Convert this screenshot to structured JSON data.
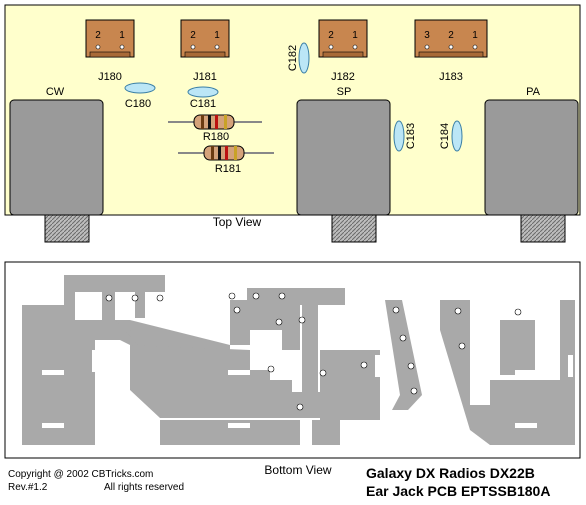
{
  "top_view": {
    "caption": "Top View",
    "board_color": "#ffffcc",
    "connectors": [
      {
        "name": "J180",
        "pins": [
          "2",
          "1"
        ]
      },
      {
        "name": "J181",
        "pins": [
          "2",
          "1"
        ]
      },
      {
        "name": "J182",
        "pins": [
          "2",
          "1"
        ]
      },
      {
        "name": "J183",
        "pins": [
          "3",
          "2",
          "1"
        ]
      }
    ],
    "capacitors": [
      "C180",
      "C181",
      "C182",
      "C183",
      "C184"
    ],
    "resistors": [
      "R180",
      "R181"
    ],
    "jacks": [
      "CW",
      "SP",
      "PA"
    ],
    "colors": {
      "connector": "#c8864f",
      "capacitor": "#bbe6f6",
      "jack": "#9a9a9a",
      "resistor_body": "#d4a27a"
    }
  },
  "bottom_view": {
    "caption": "Bottom View",
    "copper_color": "#a9a9a9"
  },
  "footer": {
    "copyright": "Copyright @ 2002 CBTricks.com",
    "revision": "Rev.#1.2",
    "rights": "All rights reserved",
    "title_line1": "Galaxy DX Radios DX22B",
    "title_line2": "Ear Jack PCB EPTSSB180A"
  }
}
